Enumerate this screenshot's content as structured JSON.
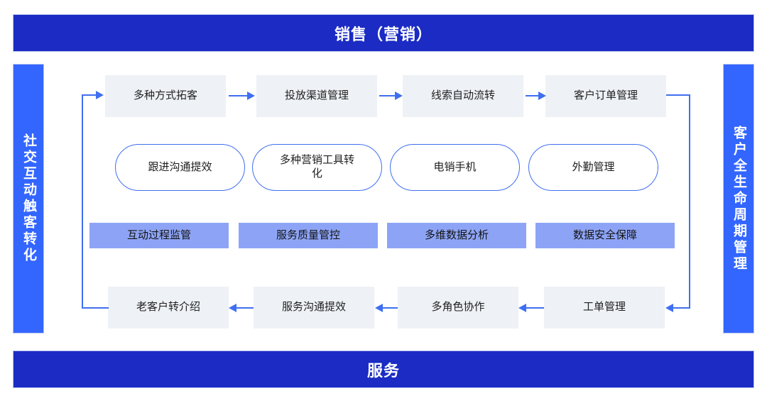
{
  "diagram": {
    "type": "process-flow",
    "title_top": "销售（营销）",
    "title_bottom": "服务",
    "sidebar_left": "社交互动触客转化",
    "sidebar_right": "客户全生命周期管理",
    "colors": {
      "banner_blue": "#1b2bc4",
      "sidebar_blue": "#3366ff",
      "arrow_blue": "#3f6ff0",
      "node_gray": "#eef1f5",
      "node_lavender": "#8da4f6",
      "pill_border": "#3f6ff0",
      "page_background": "#ffffff"
    },
    "rows": {
      "top_flow": {
        "direction": "left-to-right",
        "nodes": [
          {
            "label": "多种方式拓客"
          },
          {
            "label": "投放渠道管理"
          },
          {
            "label": "线索自动流转"
          },
          {
            "label": "客户订单管理"
          }
        ]
      },
      "capability_pills": {
        "nodes": [
          {
            "label": "跟进沟通提效"
          },
          {
            "label": "多种营销工具转化"
          },
          {
            "label": "电销手机"
          },
          {
            "label": "外勤管理"
          }
        ]
      },
      "governance_band": {
        "nodes": [
          {
            "label": "互动过程监管"
          },
          {
            "label": "服务质量管控"
          },
          {
            "label": "多维数据分析"
          },
          {
            "label": "数据安全保障"
          }
        ]
      },
      "bottom_flow": {
        "direction": "right-to-left",
        "nodes": [
          {
            "label": "老客户转介绍"
          },
          {
            "label": "服务沟通提效"
          },
          {
            "label": "多角色协作"
          },
          {
            "label": "工单管理"
          }
        ]
      }
    },
    "connectors": {
      "right_loop_label": "客户订单管理 → 工单管理",
      "left_loop_label": "老客户转介绍 → 多种方式拓客"
    }
  }
}
